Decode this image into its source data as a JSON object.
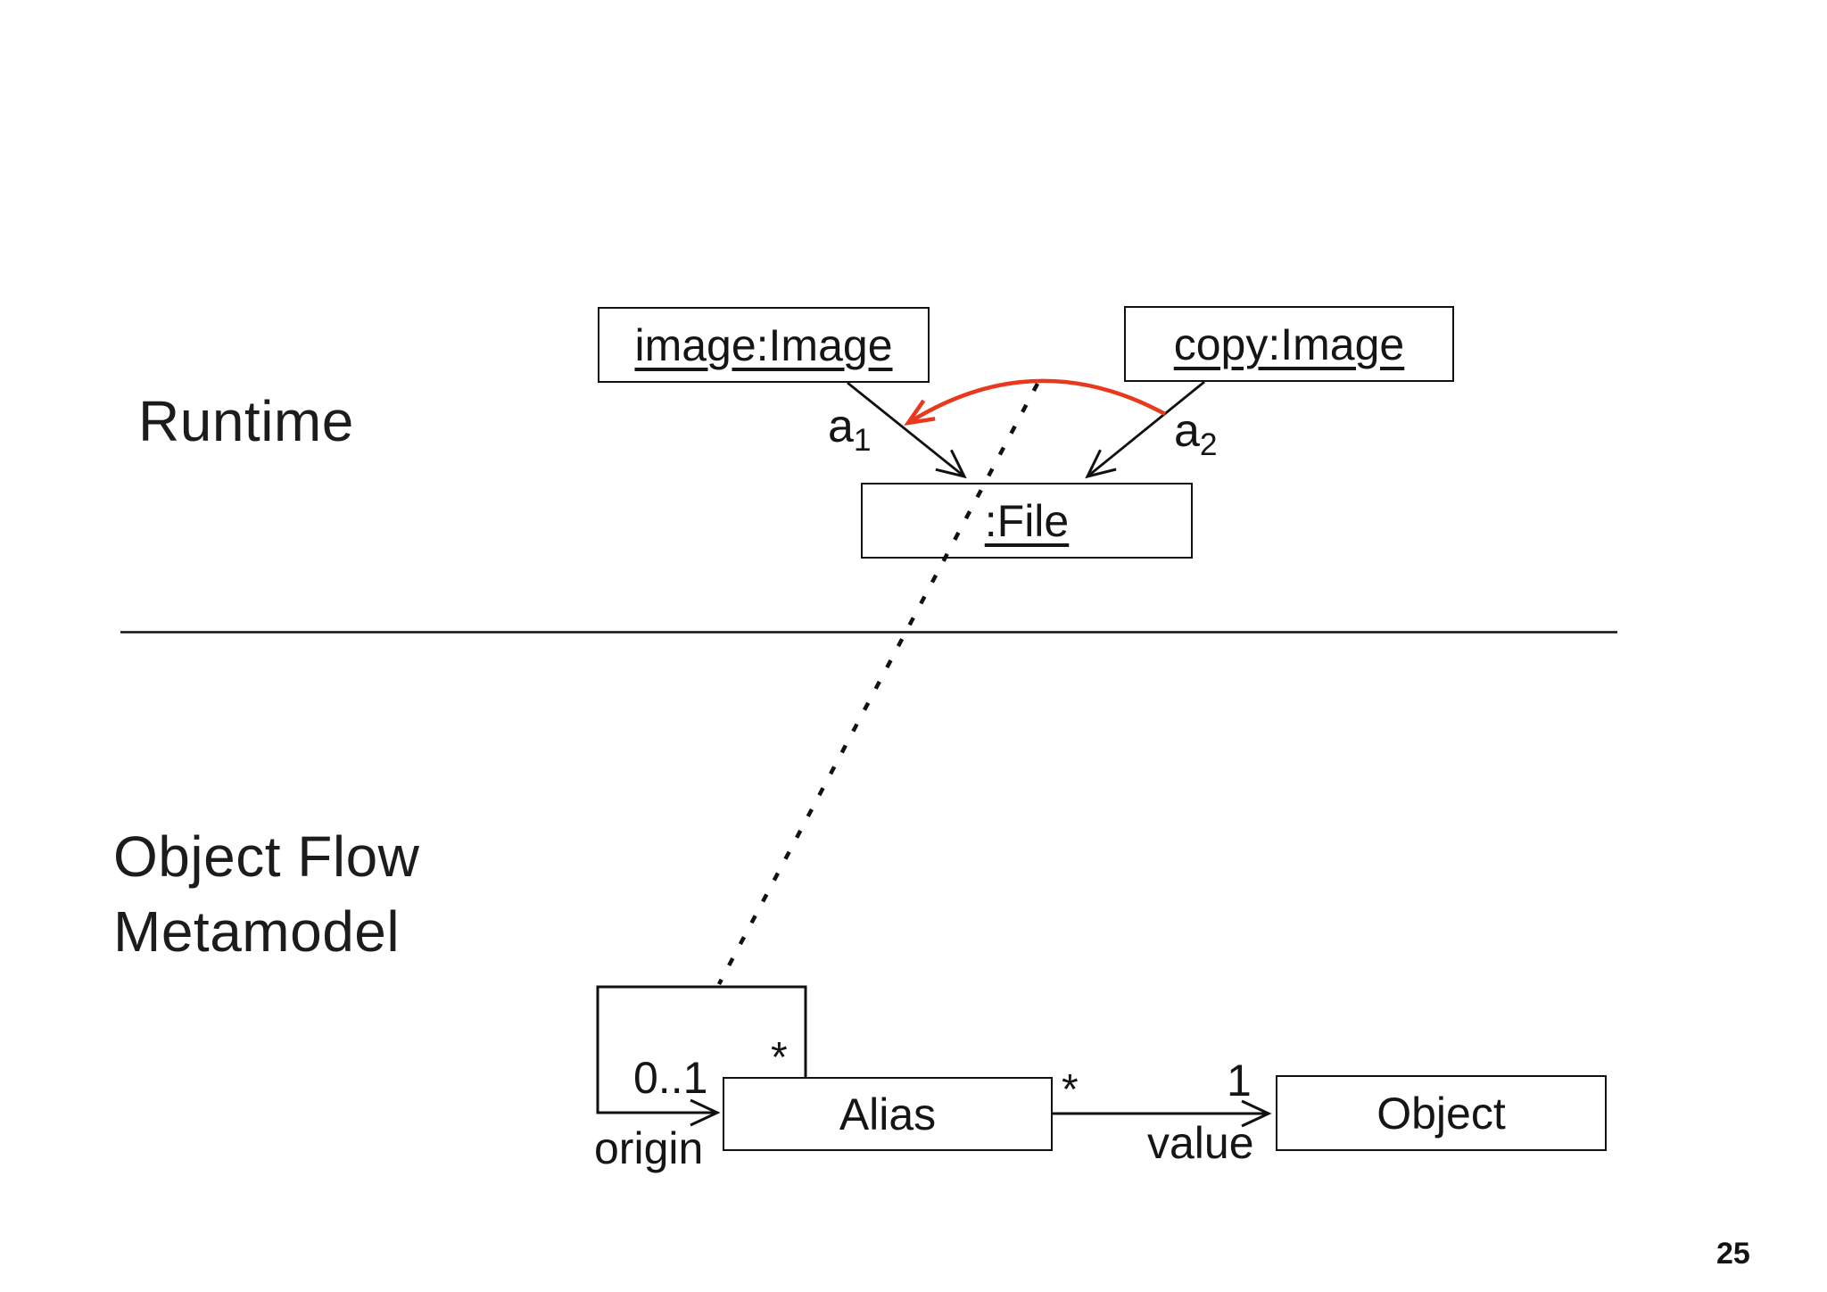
{
  "slide": {
    "page_number": "25"
  },
  "colors": {
    "background": "#ffffff",
    "line_black": "#111111",
    "alias_arc_red": "#e8391c"
  },
  "runtime": {
    "section_label": "Runtime",
    "objects": [
      {
        "id": "image",
        "label": "image:Image"
      },
      {
        "id": "copy",
        "label": "copy:Image"
      },
      {
        "id": "file",
        "label": ":File"
      }
    ],
    "alias_links": [
      {
        "id": "a1",
        "base": "a",
        "sub": "1"
      },
      {
        "id": "a2",
        "base": "a",
        "sub": "2"
      }
    ]
  },
  "metamodel": {
    "section_label_line1": "Object Flow",
    "section_label_line2": "Metamodel",
    "classes": [
      {
        "id": "alias",
        "label": "Alias"
      },
      {
        "id": "object",
        "label": "Object"
      }
    ],
    "origin_association": {
      "source_multiplicity": "*",
      "target_multiplicity": "0..1",
      "role_label": "origin"
    },
    "value_association": {
      "source_multiplicity": "*",
      "target_multiplicity": "1",
      "role_label": "value"
    }
  }
}
